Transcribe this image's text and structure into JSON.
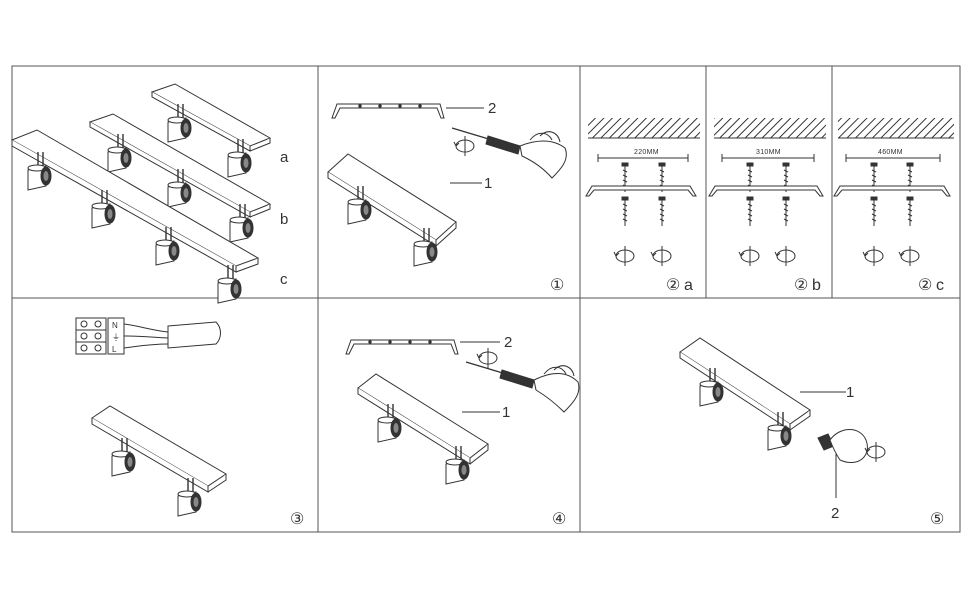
{
  "panels": {
    "models": {
      "labels": [
        "a",
        "b",
        "c"
      ]
    },
    "step1": {
      "number": "①",
      "part_labels": [
        "2",
        "1"
      ]
    },
    "step2a": {
      "number": "②",
      "suffix": "a",
      "dimension": "220MM"
    },
    "step2b": {
      "number": "②",
      "suffix": "b",
      "dimension": "310MM"
    },
    "step2c": {
      "number": "②",
      "suffix": "c",
      "dimension": "460MM"
    },
    "step3": {
      "number": "③",
      "terminal_labels": [
        "N",
        "⏚",
        "L"
      ]
    },
    "step4": {
      "number": "④",
      "part_labels": [
        "2",
        "1"
      ]
    },
    "step5": {
      "number": "⑤",
      "part_labels": [
        "1",
        "2"
      ]
    }
  },
  "colors": {
    "line": "#333333",
    "border": "#555555",
    "background": "#ffffff"
  }
}
